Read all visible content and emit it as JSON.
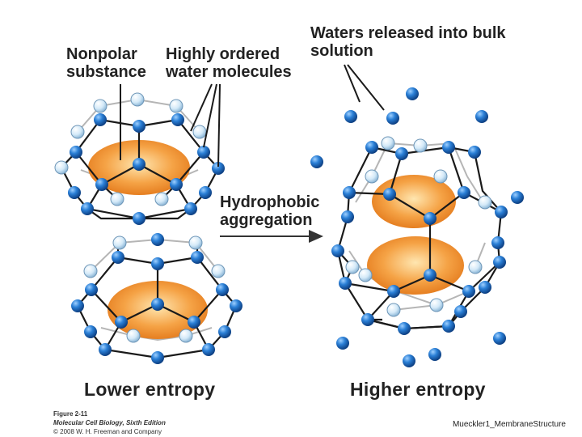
{
  "labels": {
    "nonpolar_line1": "Nonpolar",
    "nonpolar_line2": "substance",
    "ordered_line1": "Highly ordered",
    "ordered_line2": "water molecules",
    "released_line1": "Waters released into bulk",
    "released_line2": "solution",
    "aggregation_line1": "Hydrophobic",
    "aggregation_line2": "aggregation",
    "lower_entropy": "Lower entropy",
    "higher_entropy": "Higher entropy"
  },
  "credit": {
    "figure": "Figure 2-11",
    "book": "Molecular Cell Biology, Sixth Edition",
    "copyright": "© 2008 W. H. Freeman and Company"
  },
  "footer": "Mueckler1_MembraneStructure",
  "colors": {
    "water_dark": "#1f6fc0",
    "water_light": "#cfe6f7",
    "orange": "#f08a24",
    "bond": "#1a1a1a",
    "bond_back": "#b5b5b5"
  }
}
